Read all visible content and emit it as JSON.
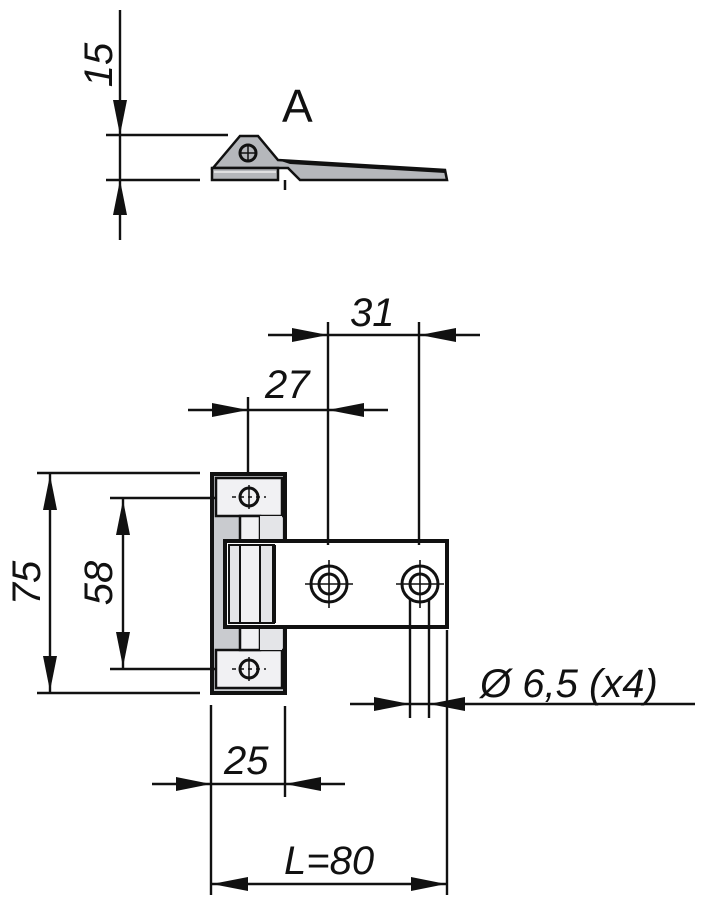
{
  "drawing": {
    "type": "technical-drawing",
    "subject": "hinge",
    "view_label": "A",
    "colors": {
      "line": "#111111",
      "part_fill_dark": "#b5b7bb",
      "part_fill_light": "#e4e5e8",
      "part_fill_lighter": "#f1f1f3",
      "background": "#ffffff"
    }
  },
  "dimensions": {
    "side_height": "15",
    "leaf_offset": "27",
    "hole_spacing": "31",
    "total_height": "75",
    "hole_pitch_vertical": "58",
    "hole_diameter": "Ø 6,5 (x4)",
    "leaf_width": "25",
    "total_length": "L=80"
  }
}
